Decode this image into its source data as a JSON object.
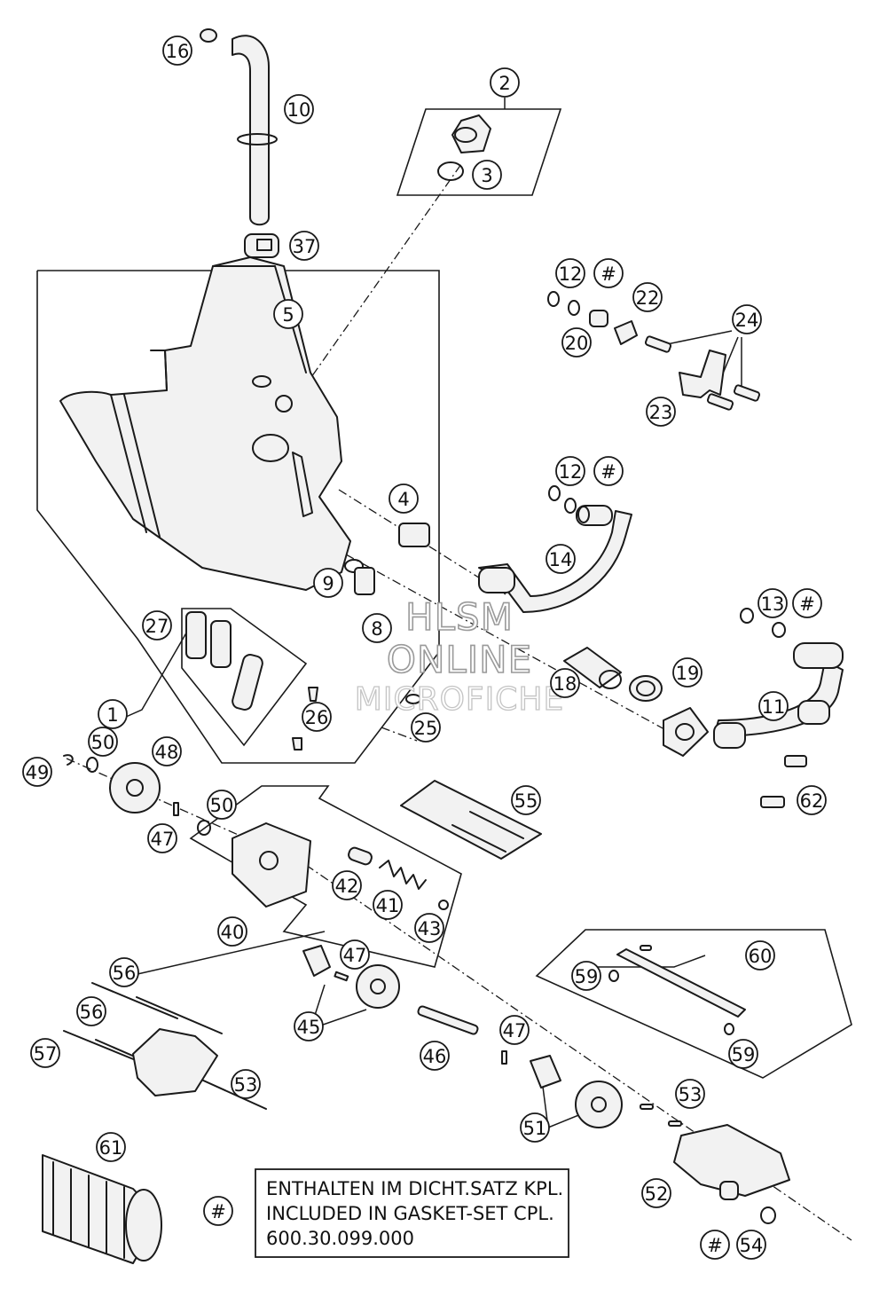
{
  "callouts": [
    {
      "id": "c16",
      "label": "16"
    },
    {
      "id": "c10",
      "label": "10"
    },
    {
      "id": "c2",
      "label": "2"
    },
    {
      "id": "c3",
      "label": "3"
    },
    {
      "id": "c37",
      "label": "37"
    },
    {
      "id": "c5",
      "label": "5"
    },
    {
      "id": "c12a",
      "label": "12"
    },
    {
      "id": "c22",
      "label": "22"
    },
    {
      "id": "c20",
      "label": "20"
    },
    {
      "id": "c24",
      "label": "24"
    },
    {
      "id": "c23",
      "label": "23"
    },
    {
      "id": "c4",
      "label": "4"
    },
    {
      "id": "c12b",
      "label": "12"
    },
    {
      "id": "c14",
      "label": "14"
    },
    {
      "id": "c9",
      "label": "9"
    },
    {
      "id": "c8",
      "label": "8"
    },
    {
      "id": "c13",
      "label": "13"
    },
    {
      "id": "c27",
      "label": "27"
    },
    {
      "id": "c1",
      "label": "1"
    },
    {
      "id": "c19",
      "label": "19"
    },
    {
      "id": "c18",
      "label": "18"
    },
    {
      "id": "c11",
      "label": "11"
    },
    {
      "id": "c25",
      "label": "25"
    },
    {
      "id": "c26",
      "label": "26"
    },
    {
      "id": "c50a",
      "label": "50"
    },
    {
      "id": "c48",
      "label": "48"
    },
    {
      "id": "c49",
      "label": "49"
    },
    {
      "id": "c62",
      "label": "62"
    },
    {
      "id": "c55",
      "label": "55"
    },
    {
      "id": "c50b",
      "label": "50"
    },
    {
      "id": "c47a",
      "label": "47"
    },
    {
      "id": "c42",
      "label": "42"
    },
    {
      "id": "c41",
      "label": "41"
    },
    {
      "id": "c43",
      "label": "43"
    },
    {
      "id": "c40",
      "label": "40"
    },
    {
      "id": "c47b",
      "label": "47"
    },
    {
      "id": "c60",
      "label": "60"
    },
    {
      "id": "c59a",
      "label": "59"
    },
    {
      "id": "c56a",
      "label": "56"
    },
    {
      "id": "c56b",
      "label": "56"
    },
    {
      "id": "c45",
      "label": "45"
    },
    {
      "id": "c57",
      "label": "57"
    },
    {
      "id": "c46",
      "label": "46"
    },
    {
      "id": "c47c",
      "label": "47"
    },
    {
      "id": "c59b",
      "label": "59"
    },
    {
      "id": "c53a",
      "label": "53"
    },
    {
      "id": "c53b",
      "label": "53"
    },
    {
      "id": "c51",
      "label": "51"
    },
    {
      "id": "c61",
      "label": "61"
    },
    {
      "id": "c52",
      "label": "52"
    },
    {
      "id": "c54",
      "label": "54"
    },
    {
      "id": "h1",
      "label": "#"
    },
    {
      "id": "h2",
      "label": "#"
    },
    {
      "id": "h3",
      "label": "#"
    },
    {
      "id": "h4",
      "label": "#"
    },
    {
      "id": "h5",
      "label": "#"
    }
  ],
  "watermark": {
    "line1": "HLSM",
    "line2": "ONLINE",
    "line3": "MICROFICHE"
  },
  "note": {
    "line1": "ENTHALTEN IM DICHT.SATZ KPL.",
    "line2": "INCLUDED IN GASKET-SET CPL.",
    "line3": "600.30.099.000"
  }
}
